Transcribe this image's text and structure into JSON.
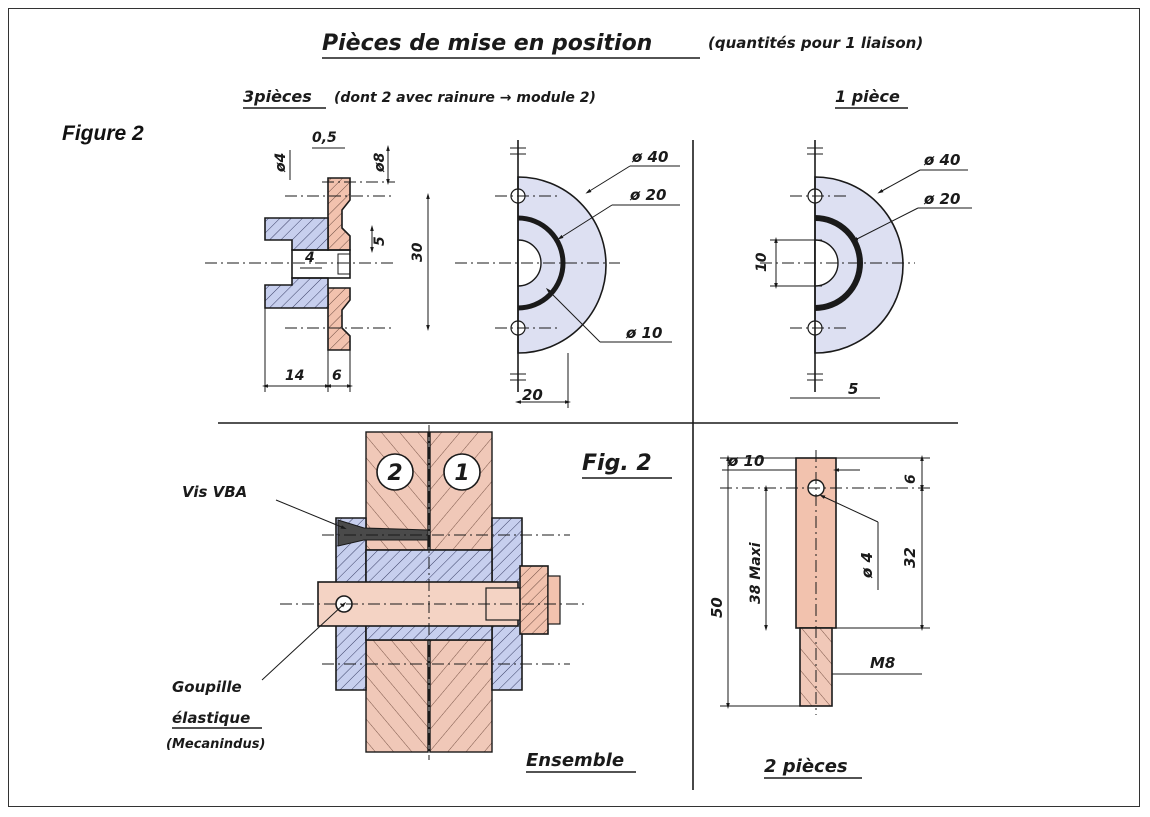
{
  "figure_label": "Figure 2",
  "title": {
    "main": "Pièces de mise en position",
    "note": "(quantités pour 1 liaison)"
  },
  "top_left": {
    "heading": "3pièces",
    "heading_note": "(dont 2 avec rainure → module 2)",
    "dims": {
      "d4": "ø4",
      "d05": "0,5",
      "d8": "ø8",
      "d5": "5",
      "d30": "30",
      "d4b": "4",
      "d14": "14",
      "d6": "6",
      "d20": "20",
      "d40": "ø 40",
      "d20b": "ø 20",
      "d10": "ø 10"
    }
  },
  "top_right": {
    "heading": "1 pièce",
    "dims": {
      "d40": "ø 40",
      "d20": "ø 20",
      "d10": "10",
      "d5": "5"
    }
  },
  "assembly": {
    "fig_label": "Fig. 2",
    "part_2": "2",
    "part_1": "1",
    "vis_label": "Vis VBA",
    "goupille_1": "Goupille",
    "goupille_2": "élastique",
    "goupille_3": "(Mecanindus)",
    "caption": "Ensemble"
  },
  "pin": {
    "dims": {
      "d10": "ø 10",
      "d6": "6",
      "d4": "ø 4",
      "d32": "32",
      "d38": "38 Maxi",
      "d50": "50",
      "m8": "M8"
    },
    "caption": "2 pièces"
  }
}
